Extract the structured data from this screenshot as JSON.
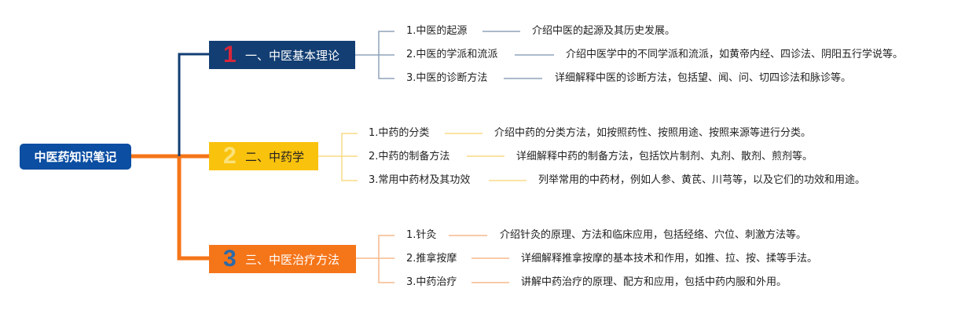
{
  "root": {
    "label": "中医药知识笔记"
  },
  "branches": [
    {
      "number": "1",
      "label": "一、中医基本理论",
      "items": [
        {
          "title": "1.中医的起源",
          "desc": "介绍中医的起源及其历史发展。"
        },
        {
          "title": "2.中医的学派和流派",
          "desc": "介绍中医学中的不同学派和流派，如黄帝内经、四诊法、阴阳五行学说等。"
        },
        {
          "title": "3.中医的诊断方法",
          "desc": "详细解释中医的诊断方法，包括望、闻、问、切四诊法和脉诊等。"
        }
      ]
    },
    {
      "number": "2",
      "label": "二、中药学",
      "items": [
        {
          "title": "1.中药的分类",
          "desc": "介绍中药的分类方法，如按照药性、按照用途、按照来源等进行分类。"
        },
        {
          "title": "2.中药的制备方法",
          "desc": "详细解释中药的制备方法，包括饮片制剂、丸剂、散剂、煎剂等。"
        },
        {
          "title": "3.常用中药材及其功效",
          "desc": "列举常用的中药材，例如人参、黄芪、川芎等，以及它们的功效和用途。"
        }
      ]
    },
    {
      "number": "3",
      "label": "三、中医治疗方法",
      "items": [
        {
          "title": "1.针灸",
          "desc": "介绍针灸的原理、方法和临床应用，包括经络、穴位、刺激方法等。"
        },
        {
          "title": "2.推拿按摩",
          "desc": "详细解释推拿按摩的基本技术和作用，如推、拉、按、揉等手法。"
        },
        {
          "title": "3.中药治疗",
          "desc": "讲解中药治疗的原理、配方和应用，包括中药内服和外用。"
        }
      ]
    }
  ],
  "colors": {
    "root": "#0b4ea2",
    "branch1": "#123e73",
    "branch2": "#f9c20d",
    "branch3": "#f57519",
    "branch1_connector": "#8fa3bb",
    "branch2_connector": "#f8dc86",
    "branch3_connector": "#f5b98a"
  }
}
